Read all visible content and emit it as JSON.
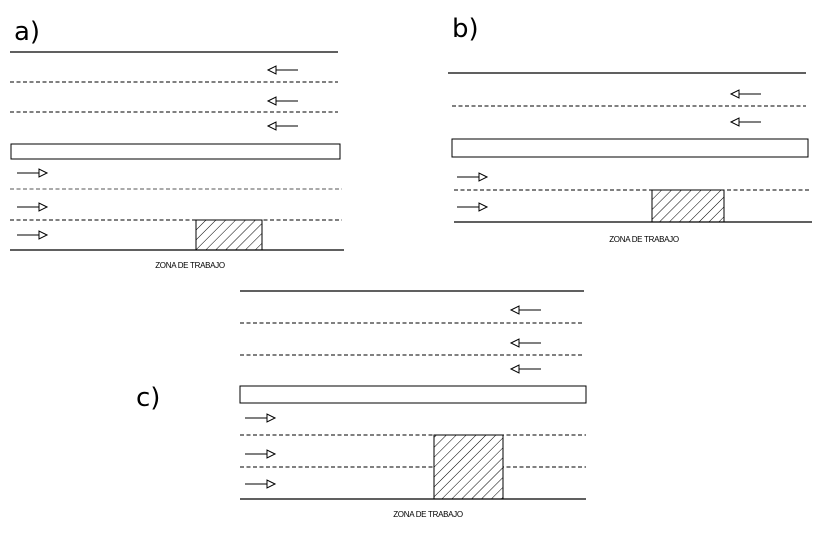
{
  "diagram": {
    "panels": [
      {
        "id": "a",
        "label": "a)",
        "zone_label": "ZONA DE TRABAJO",
        "westbound_lanes": 3,
        "eastbound_lanes": 3,
        "work_zone_lanes": 1
      },
      {
        "id": "b",
        "label": "b)",
        "zone_label": "ZONA DE TRABAJO",
        "westbound_lanes": 2,
        "eastbound_lanes": 2,
        "work_zone_lanes": 1
      },
      {
        "id": "c",
        "label": "c)",
        "zone_label": "ZONA DE TRABAJO",
        "westbound_lanes": 3,
        "eastbound_lanes": 3,
        "work_zone_lanes": 2
      }
    ],
    "icons": {
      "left_arrow": "left-arrow-icon",
      "right_arrow": "right-arrow-icon"
    },
    "colors": {
      "line": "#000000",
      "background": "#ffffff"
    }
  }
}
